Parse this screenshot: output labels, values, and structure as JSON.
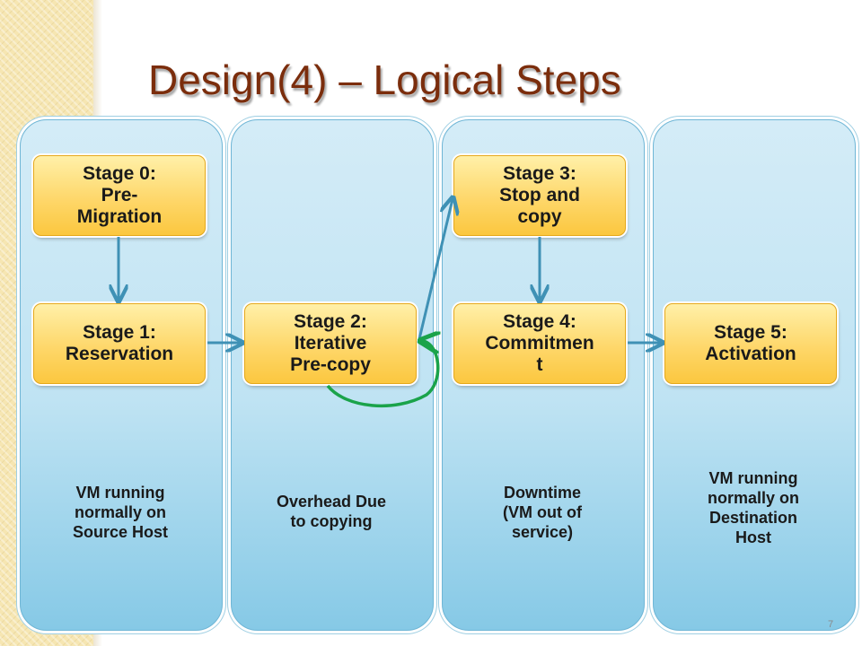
{
  "slide": {
    "title": "Design(4) – Logical Steps",
    "page_number": "7"
  },
  "stages": [
    {
      "id": "stage-0",
      "label": "Stage 0:\nPre-\nMigration"
    },
    {
      "id": "stage-1",
      "label": "Stage 1:\nReservation"
    },
    {
      "id": "stage-2",
      "label": "Stage 2:\nIterative\nPre-copy"
    },
    {
      "id": "stage-3",
      "label": "Stage 3:\nStop and\ncopy"
    },
    {
      "id": "stage-4",
      "label": "Stage 4:\nCommitmen\nt"
    },
    {
      "id": "stage-5",
      "label": "Stage 5:\nActivation"
    }
  ],
  "columns": [
    {
      "id": "source",
      "description": "VM running\nnormally on\nSource Host"
    },
    {
      "id": "overhead",
      "description": "Overhead Due\nto copying"
    },
    {
      "id": "downtime",
      "description": "Downtime\n(VM out of\nservice)"
    },
    {
      "id": "destination",
      "description": "VM running\nnormally on\nDestination\nHost"
    }
  ],
  "colors": {
    "title": "#7b2d0c",
    "arrow": "#3f91b5",
    "loop": "#1aa34a"
  }
}
